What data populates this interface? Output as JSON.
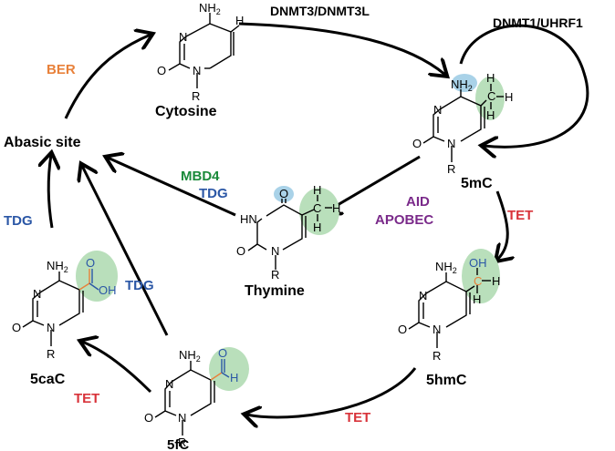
{
  "enzymes": {
    "dnmt3": "DNMT3/DNMT3L",
    "dnmt1": "DNMT1/UHRF1",
    "ber": "BER",
    "mbd4": "MBD4",
    "tdg_thymine": "TDG",
    "aid": "AID",
    "apobec": "APOBEC",
    "tet_5mc": "TET",
    "tdg_left": "TDG",
    "tdg_mid": "TDG",
    "tet_5cac": "TET",
    "tet_5hmc": "TET"
  },
  "nodes": {
    "cytosine": "Cytosine",
    "abasic": "Abasic site",
    "mc5": "5mC",
    "thymine": "Thymine",
    "hmc5": "5hmC",
    "cac5": "5caC",
    "fc5": "5fC"
  },
  "atoms": {
    "nh2": "NH",
    "nh2_sub": "2",
    "n": "N",
    "o": "O",
    "r": "R",
    "h": "H",
    "c": "C",
    "hn": "HN",
    "oh": "OH"
  },
  "colors": {
    "orange": "#e8813a",
    "green": "#1a8a3a",
    "blue": "#2b57a6",
    "purple": "#7a2a8a",
    "red": "#d8333a",
    "highlight_green": "#b9dfbb",
    "highlight_blue": "#a9d2e8"
  }
}
